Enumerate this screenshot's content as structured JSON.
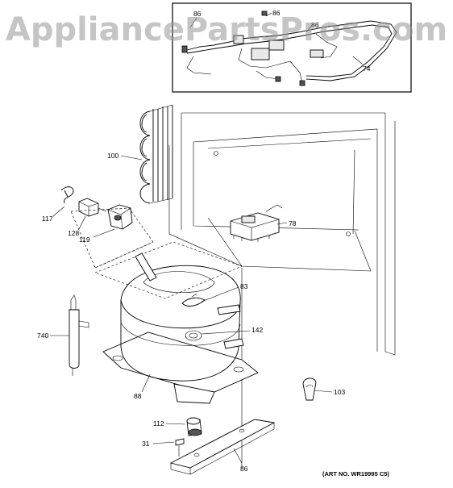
{
  "watermark": "AppliancePartsPros.com",
  "art_number": "(ART NO. WR19995 C5)",
  "callouts": {
    "c86a": "86",
    "c86b": "86",
    "c86c": "86",
    "c74": "74",
    "c100": "100",
    "c117": "117",
    "c128": "128",
    "c119": "119",
    "c78": "78",
    "c83": "83",
    "c142": "142",
    "c740": "740",
    "c88": "88",
    "c103": "103",
    "c112": "112",
    "c31": "31",
    "c86d": "86"
  }
}
